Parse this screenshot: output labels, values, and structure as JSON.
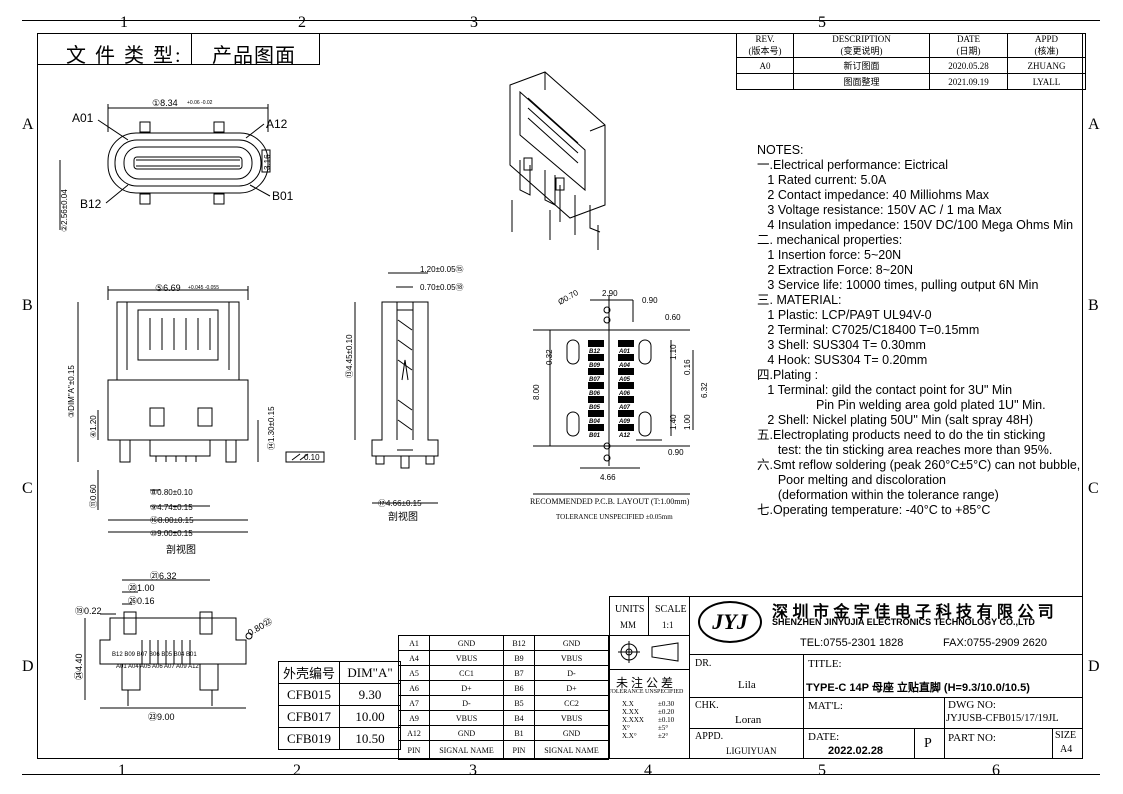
{
  "header": {
    "doc_type_label": "文 件 类 型:",
    "doc_type_value": "产品图面"
  },
  "zones": {
    "cols": [
      "1",
      "2",
      "3",
      "4",
      "5",
      "6"
    ],
    "rows": [
      "A",
      "B",
      "C",
      "D"
    ]
  },
  "revision": {
    "headers": [
      [
        "REV.",
        "(版本号)"
      ],
      [
        "DESCRIPTION",
        "(变更说明)"
      ],
      [
        "DATE",
        "(日期)"
      ],
      [
        "APPD",
        "(核准)"
      ]
    ],
    "rows": [
      [
        "A0",
        "新订图面",
        "2020.05.28",
        "ZHUANG"
      ],
      [
        "",
        "图面整理",
        "2021.09.19",
        "LYALL"
      ]
    ]
  },
  "notes": [
    "NOTES:",
    "一.Electrical performance: Eictrical",
    "   1 Rated current: 5.0A",
    "   2 Contact impedance: 40 Milliohms Max",
    "   3 Voltage resistance: 150V AC / 1 ma Max",
    "   4 Insulation impedance: 150V DC/100 Mega Ohms Min",
    "二. mechanical properties:",
    "   1 Insertion force: 5~20N",
    "   2 Extraction Force: 8~20N",
    "   3 Service life: 10000 times, pulling output 6N Min",
    "三. MATERIAL:",
    "   1 Plastic: LCP/PA9T UL94V-0",
    "   2 Terminal: C7025/C18400 T=0.15mm",
    "   3 Shell: SUS304 T= 0.30mm",
    "   4 Hook: SUS304 T= 0.20mm",
    "四.Plating :",
    "   1 Terminal: gild the contact point for 3U\" Min",
    "                 Pin Pin welding area gold plated 1U\" Min.",
    "   2 Shell: Nickel plating 50U\" Min (salt spray 48H)",
    "五.Electroplating products need to do the tin sticking",
    "      test: the tin sticking area reaches more than 95%.",
    "六.Smt reflow soldering (peak 260°C±5°C) can not bubble,",
    "      Poor melting and discoloration",
    "      (deformation within the tolerance range)",
    "七.Operating temperature: -40°C to +85°C"
  ],
  "top_view": {
    "a01": "A01",
    "a12": "A12",
    "b12": "B12",
    "b01": "B01",
    "dim1": "①8.34",
    "dim1_tol": "+0.06 -0.02",
    "dim2": "②2.56±0.04",
    "dim3": "3.16"
  },
  "front_view": {
    "d5": "⑤6.69",
    "d5_tol": "+0.045 -0.055",
    "dimA": "③DIM\"A\"±0.15",
    "d4": "④1.20",
    "d14": "⑭1.30±0.15",
    "flat": "0.10",
    "d8": "⑧0.80±0.10",
    "d9": "⑨4.74±0.15",
    "d16": "⑯8.00±0.15",
    "d10": "⑩9.00±0.15",
    "d11": "⑪0.60",
    "caption": "剖视图"
  },
  "section_view": {
    "d15": "1.20±0.05⑮",
    "d18": "0.70±0.05⑱",
    "d13": "⑬4.45±0.10",
    "d17": "⑰4.66±0.15",
    "caption": "剖视图"
  },
  "pcb": {
    "d_070": "Ø0.70",
    "d_290": "2.90",
    "d_090a": "0.90",
    "d_060": "0.60",
    "d_032": "0.32",
    "d_800": "8.00",
    "d_110": "1.10",
    "d_016": "0.16",
    "d_632": "6.32",
    "d_140": "1.40",
    "d_100": "1.00",
    "d_090b": "0.90",
    "d_466": "4.66",
    "left_pads": [
      "B12",
      "B09",
      "B07",
      "B06",
      "B05",
      "B04",
      "B01"
    ],
    "right_pads": [
      "A01",
      "A04",
      "A05",
      "A06",
      "A07",
      "A09",
      "A12"
    ],
    "caption": "RECOMMENDED  P.C.B.  LAYOUT (T:1.00mm)",
    "tolerance": "TOLERANCE UNSPECIFIED ±0.05mm"
  },
  "side_view": {
    "d21": "㉑6.32",
    "d20": "⑳1.00",
    "d26": "㉖0.16",
    "d19": "⑲0.22",
    "d22": "0.80㉒",
    "d24": "㉔4.40",
    "d23": "㉓9.00",
    "top_labels": "B12 B09 B07 B06 B05 B04 B01",
    "bottom_labels": "A01 A04 A05 A06 A07 A09 A12"
  },
  "dim_table": {
    "headers": [
      "外壳编号",
      "DIM\"A\""
    ],
    "rows": [
      [
        "CFB015",
        "9.30"
      ],
      [
        "CFB017",
        "10.00"
      ],
      [
        "CFB019",
        "10.50"
      ]
    ]
  },
  "pin_table": {
    "rows": [
      [
        "A1",
        "GND",
        "B12",
        "GND"
      ],
      [
        "A4",
        "VBUS",
        "B9",
        "VBUS"
      ],
      [
        "A5",
        "CC1",
        "B7",
        "D-"
      ],
      [
        "A6",
        "D+",
        "B6",
        "D+"
      ],
      [
        "A7",
        "D-",
        "B5",
        "CC2"
      ],
      [
        "A9",
        "VBUS",
        "B4",
        "VBUS"
      ],
      [
        "A12",
        "GND",
        "B1",
        "GND"
      ]
    ],
    "footer": [
      "PIN",
      "SIGNAL NAME",
      "PIN",
      "SIGNAL NAME"
    ]
  },
  "title_block": {
    "units_label": "UNITS",
    "units_value": "MM",
    "scale_label": "SCALE",
    "scale_value": "1:1",
    "company_cn": "深 圳 市 金 宇 佳 电 子 科 技 有 限 公 司",
    "company_en": "SHENZHEN JINYUJIA ELECTRONICS TECHNOLOGY CO.,LTD",
    "tel": "TEL:0755-2301 1828",
    "fax": "FAX:0755-2909 2620",
    "logo": "JYJ",
    "tol_cn": "未 注 公 差",
    "tol_en": "TOLERANCE UNSPECIFIED",
    "tol_rows": [
      [
        "X.X",
        "±0.30"
      ],
      [
        "X.XX",
        "±0.20"
      ],
      [
        "X.XXX",
        "±0.10"
      ],
      [
        "X°",
        "±5°"
      ],
      [
        "X.X°",
        "±2°"
      ]
    ],
    "dr_label": "DR.",
    "dr_value": "Lila",
    "chk_label": "CHK.",
    "chk_value": "Loran",
    "appd_label": "APPD.",
    "appd_value": "LIGUIYUAN",
    "title_label": "TITLE:",
    "title_value": "TYPE-C 14P 母座 立贴直脚 (H=9.3/10.0/10.5)",
    "mat_label": "MAT'L:",
    "dwg_label": "DWG NO:",
    "dwg_value": "JYJUSB-CFB015/17/19JL",
    "date_label": "DATE:",
    "date_value": "2022.02.28",
    "p_value": "P",
    "part_label": "PART  NO:",
    "size_label": "SIZE",
    "size_value": "A4"
  }
}
